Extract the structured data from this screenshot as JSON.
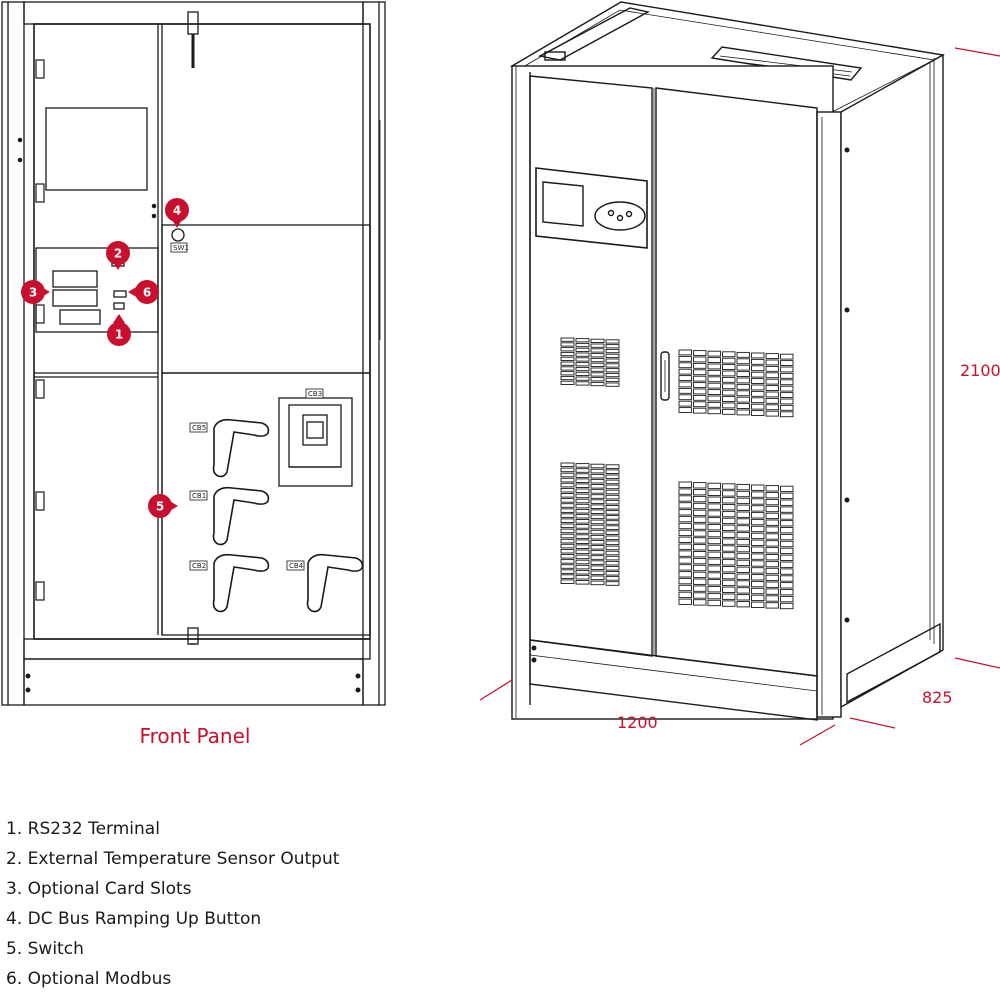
{
  "front_panel": {
    "caption": "Front Panel",
    "labels": {
      "sw1": "SW1",
      "cb3": "CB3",
      "cb5": "CB5",
      "cb1": "CB1",
      "cb2": "CB2",
      "cb4": "CB4"
    },
    "callouts": [
      "1",
      "2",
      "3",
      "4",
      "5",
      "6"
    ]
  },
  "dimensions": {
    "height": "2100",
    "width": "1200",
    "depth": "825"
  },
  "legend": [
    {
      "number": "1.",
      "text": "RS232 Terminal"
    },
    {
      "number": "2.",
      "text": "External Temperature Sensor Output"
    },
    {
      "number": "3.",
      "text": "Optional Card Slots"
    },
    {
      "number": "4.",
      "text": "DC Bus Ramping Up Button"
    },
    {
      "number": "5.",
      "text": "Switch"
    },
    {
      "number": "6.",
      "text": "Optional Modbus"
    }
  ],
  "colors": {
    "accent": "#c8102e",
    "line": "#1a1a1a"
  }
}
